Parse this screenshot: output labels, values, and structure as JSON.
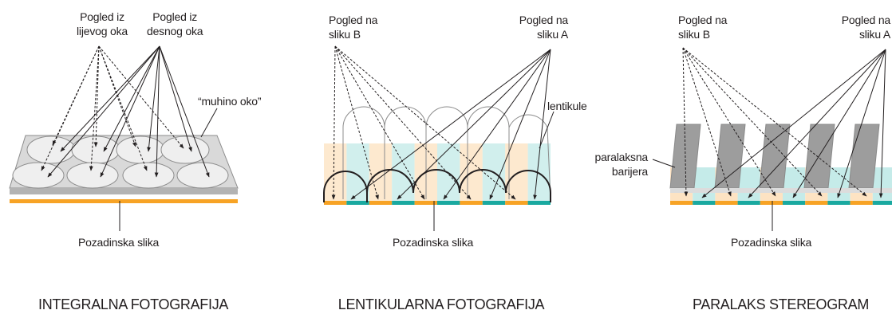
{
  "panels": [
    {
      "title": "INTEGRALNA FOTOGRAFIJA",
      "left_view": [
        "Pogled iz",
        "lijevog oka"
      ],
      "right_view": [
        "Pogled iz",
        "desnog oka"
      ],
      "element_label": "“muhino oko”",
      "background_label": "Pozadinska slika"
    },
    {
      "title": "LENTIKULARNA FOTOGRAFIJA",
      "left_view": [
        "Pogled na",
        "sliku B"
      ],
      "right_view": [
        "Pogled na",
        "sliku A"
      ],
      "element_label": "lentikule",
      "background_label": "Pozadinska slika"
    },
    {
      "title": "PARALAKS STEREOGRAM",
      "left_view": [
        "Pogled na",
        "sliku B"
      ],
      "right_view": [
        "Pogled na",
        "sliku A"
      ],
      "element_label": [
        "paralaksna",
        "barijera"
      ],
      "background_label": "Pozadinska slika"
    }
  ],
  "colors": {
    "orange": "#f7a325",
    "teal": "#1aa9a0",
    "light_orange": "#fde3c3",
    "light_teal": "#c5ebe9",
    "gray": "#9d9d9d",
    "light_gray": "#dcdcdc",
    "line": "#231f20"
  }
}
